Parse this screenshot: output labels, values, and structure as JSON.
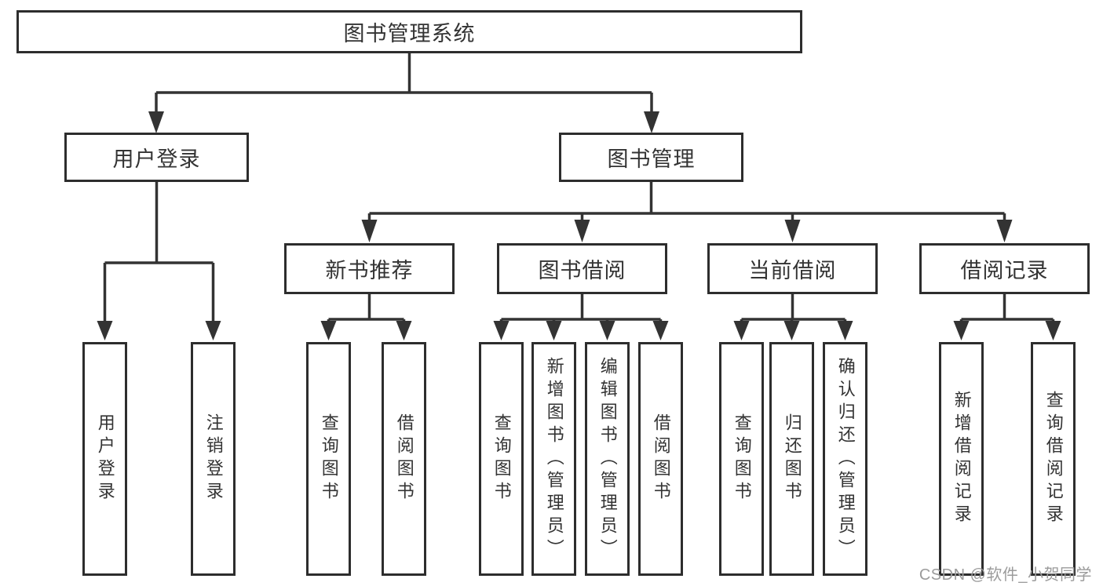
{
  "diagram": {
    "type": "function-structure-tree",
    "orientation": "top-down",
    "tree": {
      "label": "图书管理系统",
      "children": [
        {
          "label": "用户登录",
          "children": [
            {
              "label": "用户登录"
            },
            {
              "label": "注销登录"
            }
          ]
        },
        {
          "label": "图书管理",
          "children": [
            {
              "label": "新书推荐",
              "children": [
                {
                  "label": "查询图书"
                },
                {
                  "label": "借阅图书"
                }
              ]
            },
            {
              "label": "图书借阅",
              "children": [
                {
                  "label": "查询图书"
                },
                {
                  "label": "新增图书（管理员）"
                },
                {
                  "label": "编辑图书（管理员）"
                },
                {
                  "label": "借阅图书"
                }
              ]
            },
            {
              "label": "当前借阅",
              "children": [
                {
                  "label": "查询图书"
                },
                {
                  "label": "归还图书"
                },
                {
                  "label": "确认归还（管理员）"
                }
              ]
            },
            {
              "label": "借阅记录",
              "children": [
                {
                  "label": "新增借阅记录"
                },
                {
                  "label": "查询借阅记录"
                }
              ]
            }
          ]
        }
      ]
    },
    "colors": {
      "background": "#ffffff",
      "box_border": "#2d2d2d",
      "connector_line": "#333333",
      "text": "#333333",
      "watermark_text": "#9b9b9b"
    }
  },
  "watermark": "CSDN @软件_小贺同学"
}
